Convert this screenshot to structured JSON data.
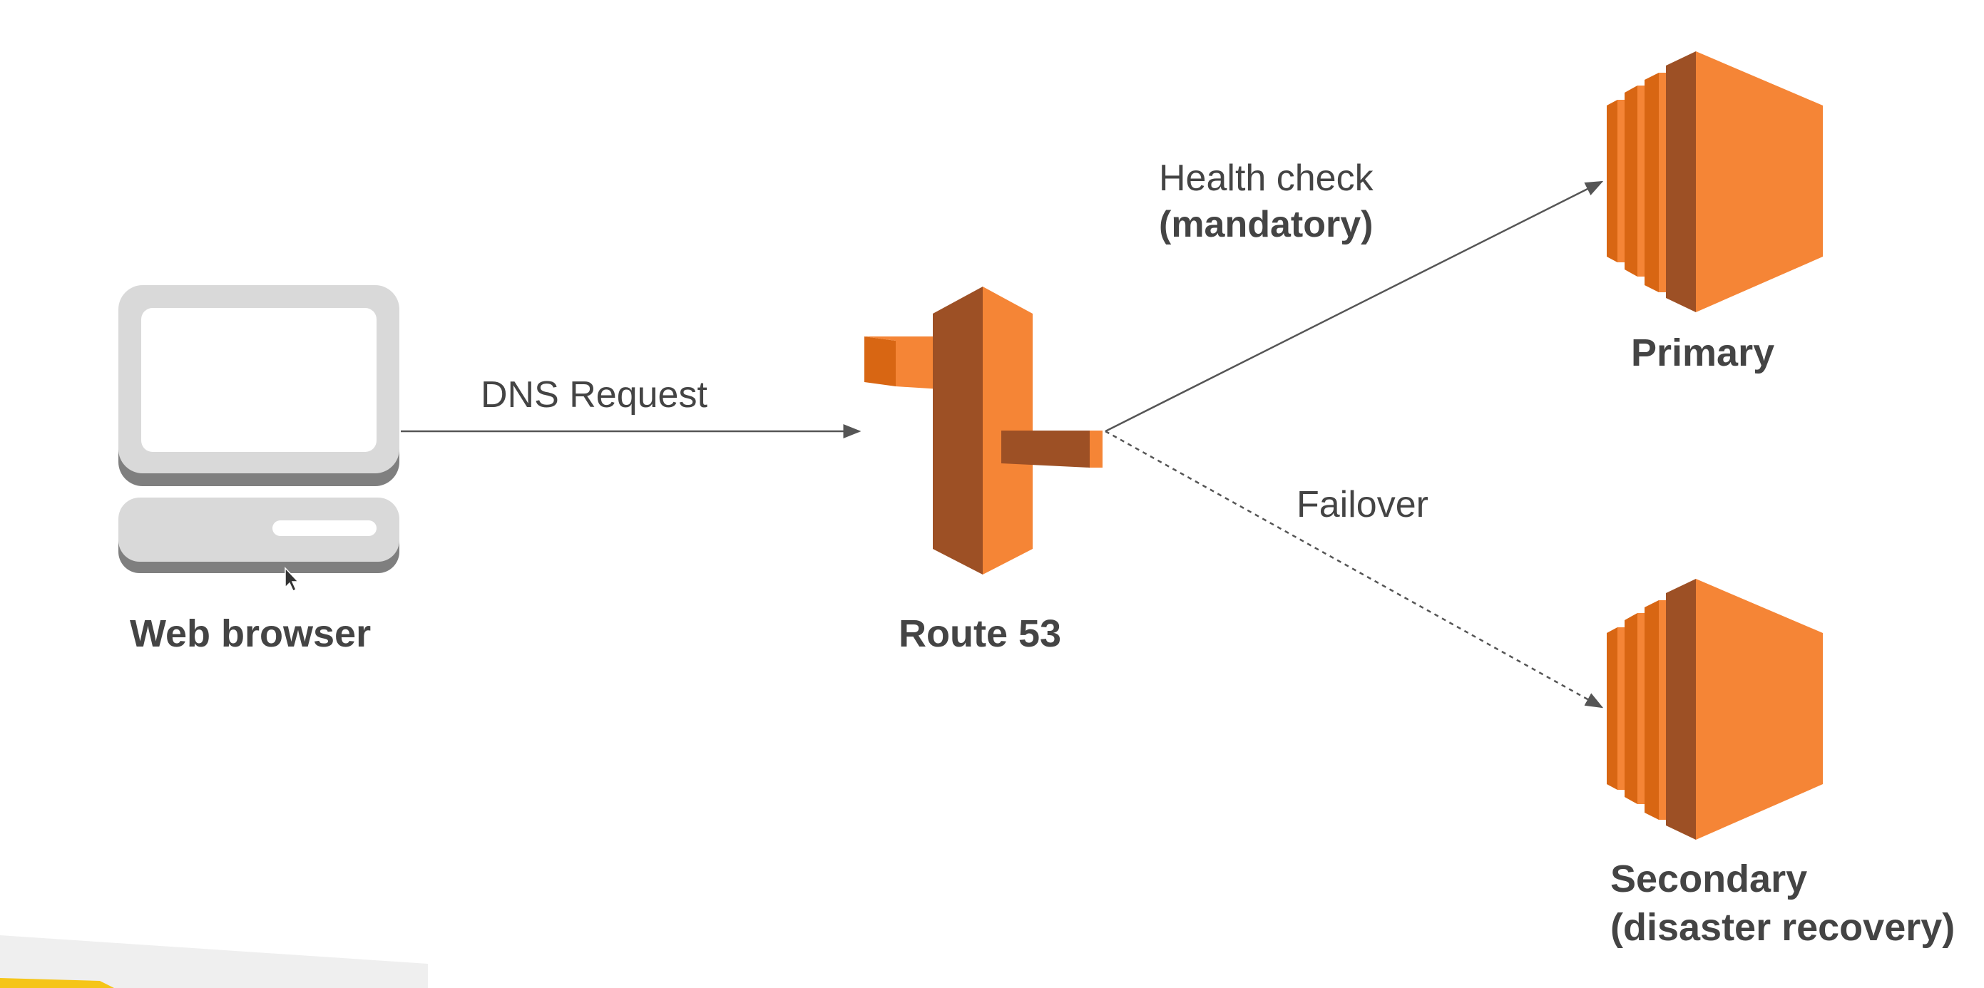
{
  "nodes": {
    "web_browser": {
      "label": "Web browser",
      "icon": "computer-icon"
    },
    "route53": {
      "label": "Route 53",
      "icon": "route53-icon"
    },
    "primary": {
      "label": "Primary",
      "icon": "ec2-instance-icon"
    },
    "secondary": {
      "label_line1": "Secondary",
      "label_line2": "(disaster recovery)",
      "icon": "ec2-instance-icon"
    }
  },
  "edges": {
    "dns_request": {
      "label": "DNS Request",
      "style": "solid"
    },
    "health_check": {
      "label_line1": "Health check",
      "label_line2": "(mandatory)",
      "style": "solid"
    },
    "failover": {
      "label": "Failover",
      "style": "dashed"
    }
  },
  "colors": {
    "aws_orange": "#F58536",
    "aws_orange_dark": "#9D5025",
    "aws_orange_mid": "#D86613",
    "device_gray": "#D9D9D9",
    "device_gray_dark": "#7F7F7F",
    "text": "#444444",
    "line": "#555555"
  }
}
